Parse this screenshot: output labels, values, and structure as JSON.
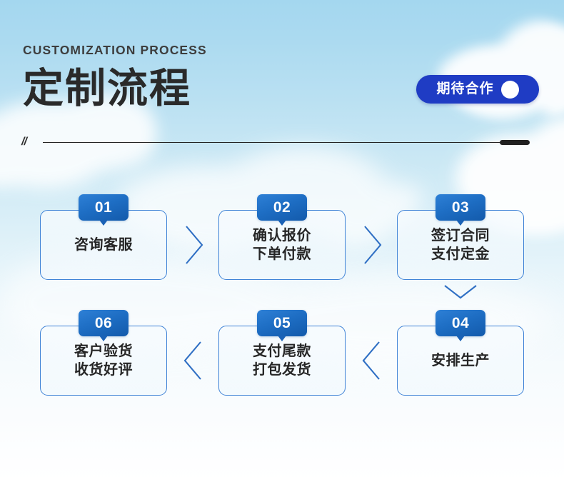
{
  "header": {
    "eyebrow": "CUSTOMIZATION PROCESS",
    "title": "定制流程"
  },
  "cta": {
    "label": "期待合作",
    "icon": "circle-left-arrow-icon",
    "background_color": "#1f3cc4",
    "text_color": "#ffffff"
  },
  "divider": {
    "slashes": "//",
    "cap_color": "#202020",
    "line_color": "#222222"
  },
  "theme": {
    "badge_blue": "#1e6ec4",
    "card_border": "#3e82d6",
    "chevron_blue": "#2f6fc4",
    "sky_top": "#a4d7ef",
    "sky_bottom": "#ffffff"
  },
  "flow": {
    "steps": [
      {
        "number": "01",
        "label": "咨询客服"
      },
      {
        "number": "02",
        "label": "确认报价\n下单付款"
      },
      {
        "number": "03",
        "label": "签订合同\n支付定金"
      },
      {
        "number": "04",
        "label": "安排生产"
      },
      {
        "number": "05",
        "label": "支付尾款\n打包发货"
      },
      {
        "number": "06",
        "label": "客户验货\n收货好评"
      }
    ],
    "connectors": [
      {
        "from": "01",
        "to": "02",
        "direction": "right"
      },
      {
        "from": "02",
        "to": "03",
        "direction": "right"
      },
      {
        "from": "03",
        "to": "04",
        "direction": "down"
      },
      {
        "from": "04",
        "to": "05",
        "direction": "left"
      },
      {
        "from": "05",
        "to": "06",
        "direction": "left"
      }
    ]
  }
}
